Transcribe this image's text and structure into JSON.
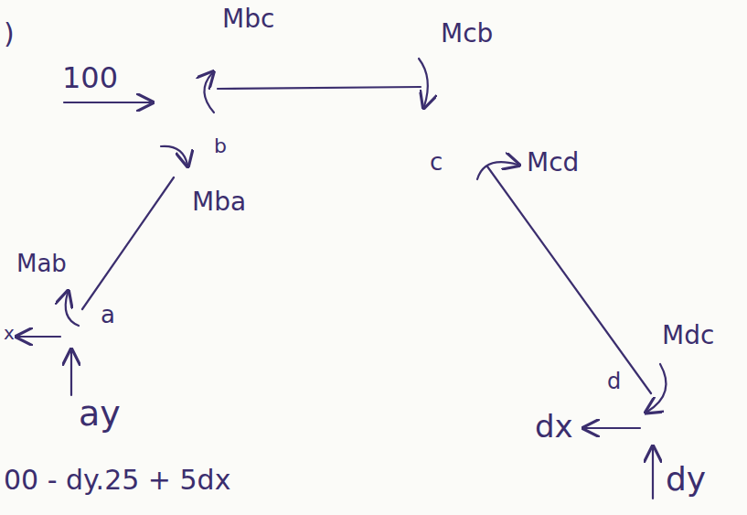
{
  "diagram": {
    "labels": [
      ")",
      "Mbc",
      "Mcb",
      "100",
      "b",
      "c",
      "Mcd",
      "Mba",
      "Mab",
      "x",
      "a",
      "ay",
      "Mdc",
      "d",
      "dx",
      "dy",
      "00 - dy.25 + 5dx"
    ]
  }
}
